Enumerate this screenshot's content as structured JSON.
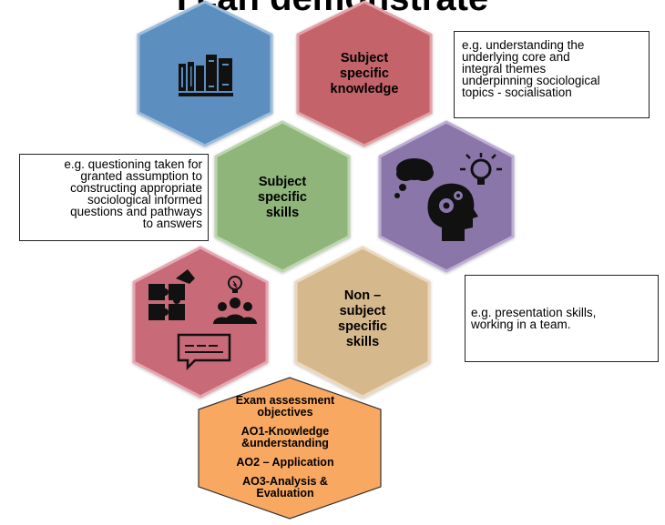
{
  "heading": "I can demonstrate",
  "hexagons": {
    "knowledge": {
      "label": "Subject specific knowledge",
      "lines": [
        "Subject",
        "specific",
        "knowledge"
      ]
    },
    "skills": {
      "lines": [
        "Subject",
        "specific",
        "skills"
      ]
    },
    "non_subject": {
      "lines": [
        "Non –",
        "subject",
        "specific",
        "skills"
      ]
    }
  },
  "notes": {
    "knowledge": [
      "e.g.  understanding the",
      "underlying core and",
      "integral  themes",
      "underpinning sociological",
      "topics - socialisation"
    ],
    "skills": [
      "e.g. questioning taken for",
      "granted assumption to",
      "constructing appropriate",
      "sociological informed",
      "questions and pathways",
      "to answers"
    ],
    "non_subject": [
      "e.g. presentation skills,",
      "working in a team."
    ]
  },
  "exam": {
    "lines": [
      "Exam assessment",
      "objectives",
      "AO1-Knowledge",
      "&understanding",
      "AO2 – Application",
      "AO3-Analysis &",
      "Evaluation"
    ]
  },
  "colors": {
    "blue": "#5b8fbf",
    "rose": "#c4636b",
    "green": "#8fb57a",
    "purple": "#8a76a8",
    "rose2": "#c96a78",
    "tan": "#d5b88c",
    "orange": "#f9a862"
  },
  "icons": [
    "books-icon",
    "thinking-head-icon",
    "teamwork-icon",
    "exam-icon"
  ]
}
